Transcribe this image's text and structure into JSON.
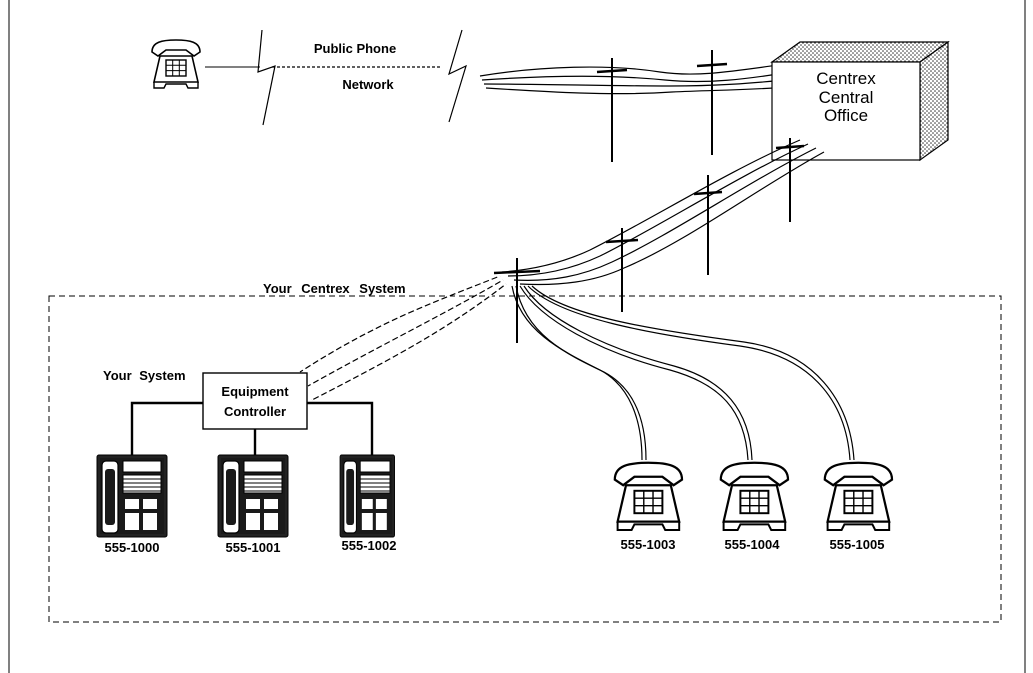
{
  "labels": {
    "public_phone": "Public Phone",
    "network": "Network",
    "central_office": [
      "Centrex",
      "Central",
      "Office"
    ],
    "your_centrex_system": "Your Centrex System",
    "your_system": "Your System",
    "equipment_controller": [
      "Equipment",
      "Controller"
    ]
  },
  "extensions": [
    "555-1000",
    "555-1001",
    "555-1002",
    "555-1003",
    "555-1004",
    "555-1005"
  ],
  "icons": {
    "remote_phone": "desk-telephone-icon",
    "multiline_phone": "multiline-telephone-icon",
    "single_phone": "desk-telephone-icon",
    "lightning": "lightning-bolt-icon",
    "pole": "utility-pole-icon",
    "building": "central-office-building-icon"
  }
}
